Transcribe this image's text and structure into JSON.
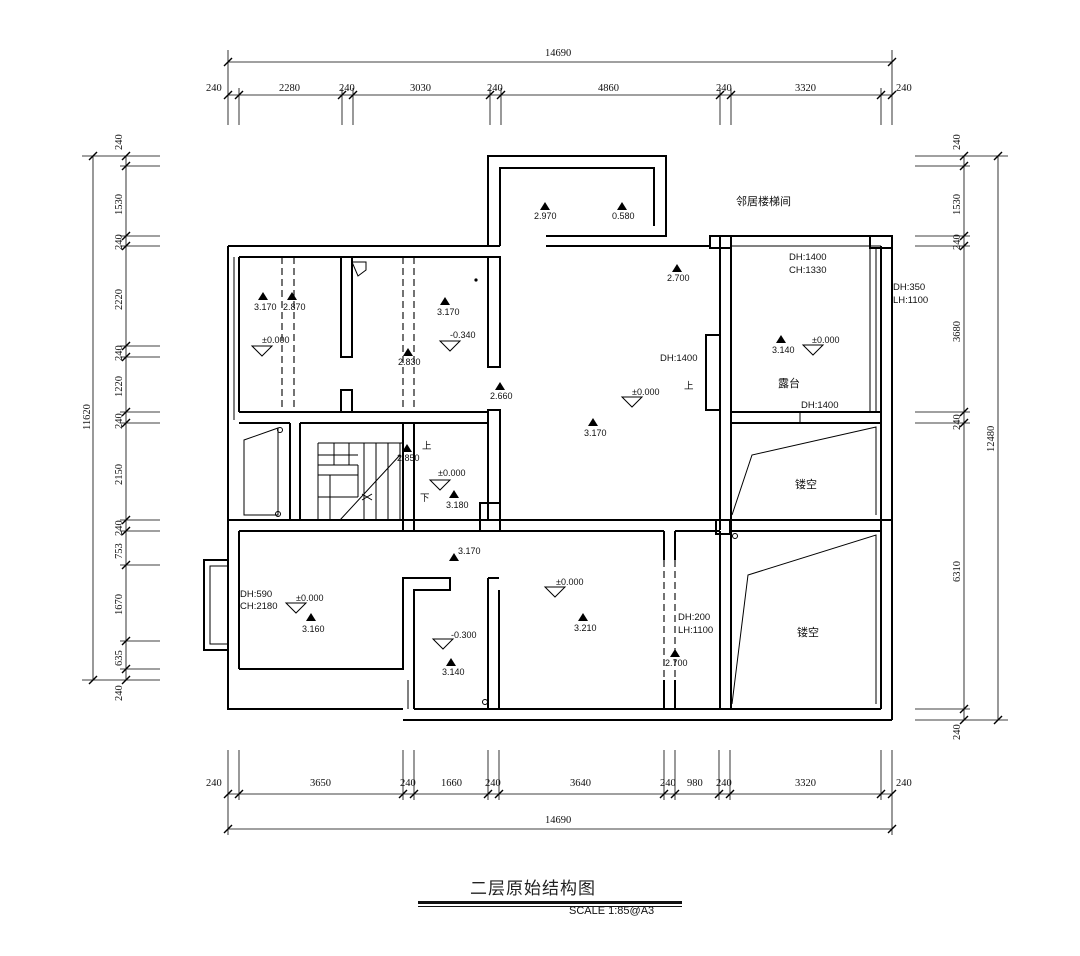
{
  "drawing": {
    "title": "二层原始结构图",
    "scale": "SCALE  1:85@A3"
  },
  "dimensions": {
    "top_total": "14690",
    "top_segments": [
      "240",
      "2280",
      "240",
      "3030",
      "240",
      "4860",
      "240",
      "3320",
      "240"
    ],
    "bottom_total": "14690",
    "bottom_segments": [
      "240",
      "3650",
      "240",
      "1660",
      "240",
      "3640",
      "240",
      "980",
      "240",
      "3320",
      "240"
    ],
    "left_total": "11620",
    "left_segments": [
      "240",
      "1530",
      "240",
      "2220",
      "240",
      "1220",
      "240",
      "2150",
      "240",
      "753",
      "1670",
      "635",
      "240"
    ],
    "right_total": "12480",
    "right_segments": [
      "240",
      "1530",
      "240",
      "3680",
      "240",
      "6310",
      "240"
    ]
  },
  "rooms": {
    "neighbor_stair": "邻居楼梯间",
    "terrace": "露台",
    "void_upper": "镂空",
    "void_lower": "镂空"
  },
  "elevations": {
    "e1": "2.970",
    "e2": "0.580",
    "e3": "2.700",
    "e4": "3.170",
    "e5": "2.870",
    "e6": "3.170",
    "e7": "2.830",
    "e8": "2.660",
    "e9": "3.170",
    "e10": "3.140",
    "e11": "2.850",
    "e12": "3.180",
    "e13": "3.170",
    "e14": "3.160",
    "e15": "3.140",
    "e16": "3.210",
    "e17": "2.700"
  },
  "floor_levels": {
    "f1": "±0.000",
    "f2": "-0.340",
    "f3": "±0.000",
    "f4": "±0.000",
    "f5": "±0.000",
    "f6": "±0.000",
    "f7": "-0.300",
    "f8": "±0.000"
  },
  "annotations": {
    "a1": "DH:1400",
    "a2": "CH:1330",
    "a3": "DH:350",
    "a4": "LH:1100",
    "a5": "DH:1400",
    "a6": "DH:1400",
    "a7": "DH:590",
    "a8": "CH:2180",
    "a9": "DH:200",
    "a10": "LH:1100",
    "a11": "上",
    "a12": "下",
    "a13": "上"
  }
}
